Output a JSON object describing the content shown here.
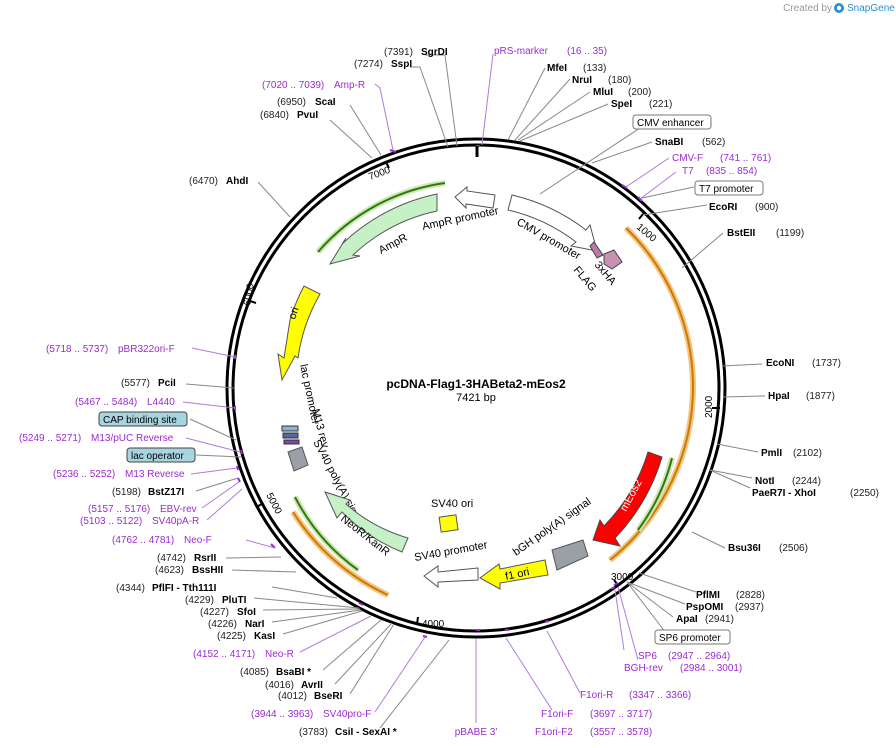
{
  "brand": {
    "created_by": "Created by",
    "name": "SnapGene"
  },
  "plasmid": {
    "name": "pcDNA-Flag1-3HABeta2-mEos2",
    "length": "7421 bp"
  },
  "ticks": [
    "1000",
    "2000",
    "3000",
    "4000",
    "5000",
    "6000",
    "7000"
  ],
  "labels": [
    {
      "kind": "enz",
      "pos": "(7391)",
      "name": "SgrDI"
    },
    {
      "kind": "enz",
      "pos": "(7274)",
      "name": "SspI"
    },
    {
      "kind": "primer",
      "pos": "(7020 .. 7039)",
      "name": "Amp-R"
    },
    {
      "kind": "enz",
      "pos": "(6950)",
      "name": "ScaI"
    },
    {
      "kind": "enz",
      "pos": "(6840)",
      "name": "PvuI"
    },
    {
      "kind": "enz",
      "pos": "(6470)",
      "name": "AhdI"
    },
    {
      "kind": "primer",
      "pos": "(5718 .. 5737)",
      "name": "pBR322ori-F"
    },
    {
      "kind": "enz",
      "pos": "(5577)",
      "name": "PciI"
    },
    {
      "kind": "primer",
      "pos": "(5467 .. 5484)",
      "name": "L4440"
    },
    {
      "kind": "featbox",
      "pos": "",
      "name": "CAP binding site"
    },
    {
      "kind": "primer",
      "pos": "(5249 .. 5271)",
      "name": "M13/pUC Reverse"
    },
    {
      "kind": "featbox",
      "pos": "",
      "name": "lac operator"
    },
    {
      "kind": "primer",
      "pos": "(5236 .. 5252)",
      "name": "M13 Reverse"
    },
    {
      "kind": "enz",
      "pos": "(5198)",
      "name": "BstZ17I"
    },
    {
      "kind": "primer",
      "pos": "(5157 .. 5176)",
      "name": "EBV-rev"
    },
    {
      "kind": "primer",
      "pos": "(5103 .. 5122)",
      "name": "SV40pA-R"
    },
    {
      "kind": "primer",
      "pos": "(4762 .. 4781)",
      "name": "Neo-F"
    },
    {
      "kind": "enz",
      "pos": "(4742)",
      "name": "RsrII"
    },
    {
      "kind": "enz",
      "pos": "(4623)",
      "name": "BssHII"
    },
    {
      "kind": "enz",
      "pos": "(4344)",
      "name": "PflFI - Tth111I"
    },
    {
      "kind": "enz",
      "pos": "(4229)",
      "name": "PluTI"
    },
    {
      "kind": "enz",
      "pos": "(4227)",
      "name": "SfoI"
    },
    {
      "kind": "enz",
      "pos": "(4226)",
      "name": "NarI"
    },
    {
      "kind": "enz",
      "pos": "(4225)",
      "name": "KasI"
    },
    {
      "kind": "primer",
      "pos": "(4152 .. 4171)",
      "name": "Neo-R"
    },
    {
      "kind": "enz",
      "pos": "(4085)",
      "name": "BsaBI *"
    },
    {
      "kind": "enz",
      "pos": "(4016)",
      "name": "AvrII"
    },
    {
      "kind": "enz",
      "pos": "(4012)",
      "name": "BseRI"
    },
    {
      "kind": "primer",
      "pos": "(3944 .. 3963)",
      "name": "SV40pro-F"
    },
    {
      "kind": "enz",
      "pos": "(3783)",
      "name": "CsiI - SexAI *"
    },
    {
      "kind": "primer",
      "pos": "",
      "name": "pBABE 3'"
    },
    {
      "kind": "primer",
      "pos": "(3697 .. 3717)",
      "name": "F1ori-F"
    },
    {
      "kind": "primer",
      "pos": "(3557 .. 3578)",
      "name": "F1ori-F2"
    },
    {
      "kind": "primer",
      "pos": "(3347 .. 3366)",
      "name": "F1ori-R"
    },
    {
      "kind": "primer",
      "pos": "(2984 .. 3001)",
      "name": "BGH-rev"
    },
    {
      "kind": "primer",
      "pos": "(2947 .. 2964)",
      "name": "SP6"
    },
    {
      "kind": "featbox",
      "pos": "",
      "name": "SP6 promoter"
    },
    {
      "kind": "enz",
      "pos": "(2941)",
      "name": "ApaI"
    },
    {
      "kind": "enz",
      "pos": "(2937)",
      "name": "PspOMI"
    },
    {
      "kind": "enz",
      "pos": "(2828)",
      "name": "PflMI"
    },
    {
      "kind": "enz",
      "pos": "(2506)",
      "name": "Bsu36I"
    },
    {
      "kind": "enz",
      "pos": "(2250)",
      "name": "PaeR7I - XhoI"
    },
    {
      "kind": "enz",
      "pos": "(2244)",
      "name": "NotI"
    },
    {
      "kind": "enz",
      "pos": "(2102)",
      "name": "PmlI"
    },
    {
      "kind": "enz",
      "pos": "(1877)",
      "name": "HpaI"
    },
    {
      "kind": "enz",
      "pos": "(1737)",
      "name": "EcoNI"
    },
    {
      "kind": "enz",
      "pos": "(1199)",
      "name": "BstEII"
    },
    {
      "kind": "enz",
      "pos": "(900)",
      "name": "EcoRI"
    },
    {
      "kind": "featbox",
      "pos": "",
      "name": "T7 promoter"
    },
    {
      "kind": "primer",
      "pos": "(835 .. 854)",
      "name": "T7"
    },
    {
      "kind": "primer",
      "pos": "(741 .. 761)",
      "name": "CMV-F"
    },
    {
      "kind": "enz",
      "pos": "(562)",
      "name": "SnaBI"
    },
    {
      "kind": "featbox",
      "pos": "",
      "name": "CMV enhancer"
    },
    {
      "kind": "enz",
      "pos": "(221)",
      "name": "SpeI"
    },
    {
      "kind": "enz",
      "pos": "(200)",
      "name": "MluI"
    },
    {
      "kind": "enz",
      "pos": "(180)",
      "name": "NruI"
    },
    {
      "kind": "enz",
      "pos": "(133)",
      "name": "MfeI"
    },
    {
      "kind": "primer",
      "pos": "(16 .. 35)",
      "name": "pRS-marker"
    }
  ],
  "features": {
    "ampr_promoter": "AmpR promoter",
    "ampr": "AmpR",
    "cmv_promoter": "CMV promoter",
    "flag": "FLAG",
    "ha": "3xHA",
    "ori": "ori",
    "lac_promoter": "lac promoter",
    "m13_rev": "M13 rev",
    "sv40_polya": "SV40 poly(A) signal",
    "neor": "NeoR/KanR",
    "sv40_ori": "SV40 ori",
    "sv40_promoter": "SV40 promoter",
    "f1_ori": "f1 ori",
    "bgh_polya": "bGH poly(A) signal",
    "meos2": "mEos2"
  }
}
